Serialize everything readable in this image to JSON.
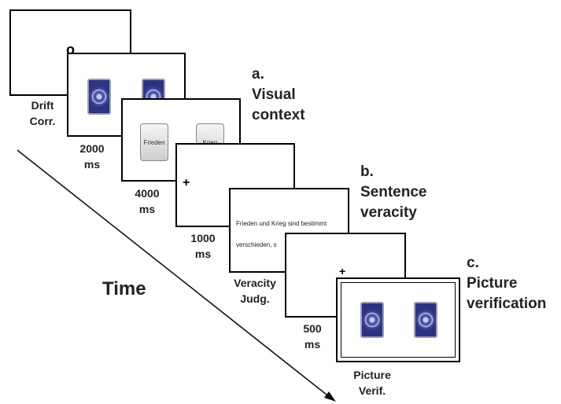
{
  "screens": {
    "drift": {
      "symbol": "o",
      "label": "Drift\nCorr."
    },
    "context": {
      "label": "2000\nms"
    },
    "words": {
      "word_left": "Frieden",
      "word_right": "Krieg",
      "label": "4000\nms"
    },
    "fixation": {
      "symbol": "+",
      "label": "1000\nms"
    },
    "sentence": {
      "line1": "Frieden und Krieg sind bestimmt",
      "line2": "verschieden, s",
      "label": "Veracity\nJudg."
    },
    "blank": {
      "symbol": "+",
      "label": "500\nms"
    },
    "verification": {
      "label": "Picture\nVerif."
    }
  },
  "phases": {
    "a": "a.\nVisual\ncontext",
    "b": "b.\nSentence\nveracity",
    "c": "c.\nPicture\nverification"
  },
  "time_label": "Time",
  "colors": {
    "frame": "#000000",
    "card_blue": "#3c4393",
    "text": "#222222"
  },
  "icons": {
    "card_back": "playing-card-back-icon",
    "word_card": "word-card-icon"
  }
}
